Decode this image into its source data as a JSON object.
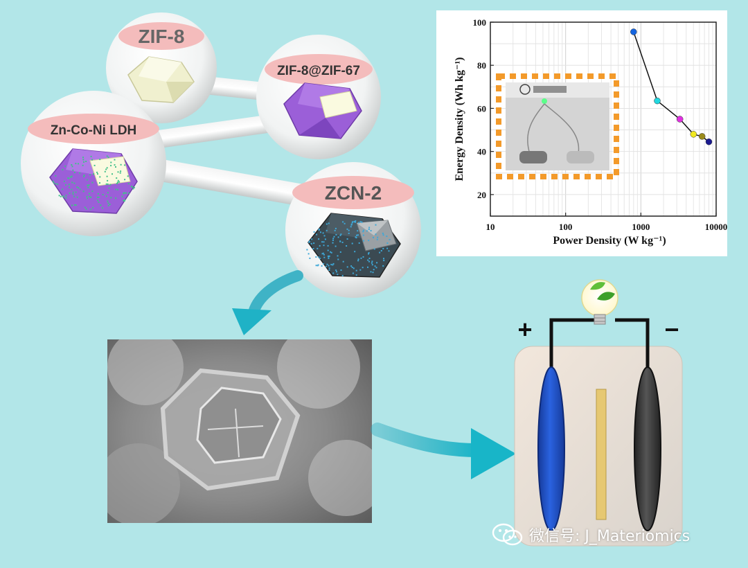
{
  "materials": {
    "zif8": "ZIF-8",
    "zif8_zif67": "ZIF-8@ZIF-67",
    "zn_co_ni_ldh": "Zn-Co-Ni LDH",
    "zcn2": "ZCN-2"
  },
  "device": {
    "plus": "+",
    "minus": "−"
  },
  "watermark": {
    "text": "微信号: J_Materiomics",
    "icon": "wechat-icon"
  },
  "colors": {
    "background": "#b2e6e8",
    "label_pink": "#f4bcbc",
    "zif8_crystal": "#f0f0cf",
    "zif67_purple": "#9b5fd8",
    "ldh_dots": "#41c08a",
    "zcn_dark": "#3b4a52",
    "zcn_dots": "#3ea8d8",
    "arrow_teal": "#2fb3c4",
    "positive_electrode": "#1f4fd0",
    "negative_electrode": "#3a3a3a",
    "separator": "#e6c872"
  },
  "chart_data": {
    "type": "scatter",
    "xlabel": "Power Density (W kg⁻¹)",
    "ylabel": "Energy Density (Wh kg⁻¹)",
    "x_scale": "log",
    "xlim": [
      10,
      10000
    ],
    "ylim": [
      10,
      100
    ],
    "x_ticks": [
      "10",
      "100",
      "1000",
      "10000"
    ],
    "y_ticks": [
      "20",
      "40",
      "60",
      "80",
      "100"
    ],
    "grid": true,
    "points": [
      {
        "x": 800,
        "y": 95.5,
        "color": "#1565e0"
      },
      {
        "x": 1650,
        "y": 63.5,
        "color": "#22d8e0"
      },
      {
        "x": 3300,
        "y": 55,
        "color": "#e030e0"
      },
      {
        "x": 5000,
        "y": 48,
        "color": "#f0e820"
      },
      {
        "x": 6500,
        "y": 47,
        "color": "#9a8a1a"
      },
      {
        "x": 8000,
        "y": 44.5,
        "color": "#1a1a90"
      }
    ]
  }
}
